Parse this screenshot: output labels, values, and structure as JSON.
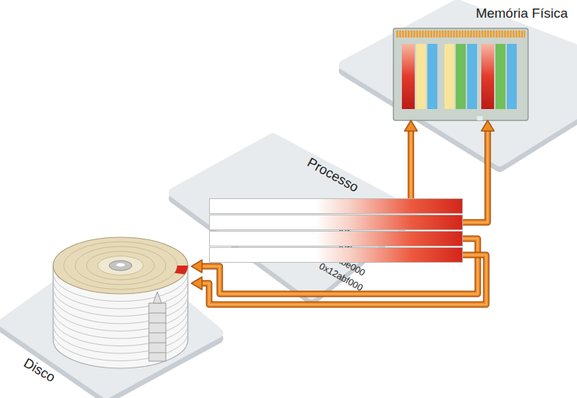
{
  "diagram": {
    "nodes": [
      {
        "text": [
          "Memória Física"
        ]
      },
      {
        "text": [
          "Processo"
        ]
      },
      {
        "text": [
          "0x12abc000"
        ],
        "in": 1
      },
      {
        "text": [
          "0x12abd000"
        ],
        "in": 1
      },
      {
        "text": [
          "0x12abe000"
        ],
        "in": 1
      },
      {
        "text": [
          "0x12abf000"
        ],
        "in": 1
      },
      {
        "text": [
          "Disco"
        ]
      }
    ],
    "edges": [
      {
        "from": 2,
        "to": 0,
        "arrow": "to"
      },
      {
        "from": 3,
        "to": 0,
        "arrow": "to"
      },
      {
        "from": 4,
        "to": 6,
        "arrow": "to"
      },
      {
        "from": 5,
        "to": 6,
        "arrow": "to"
      }
    ]
  }
}
